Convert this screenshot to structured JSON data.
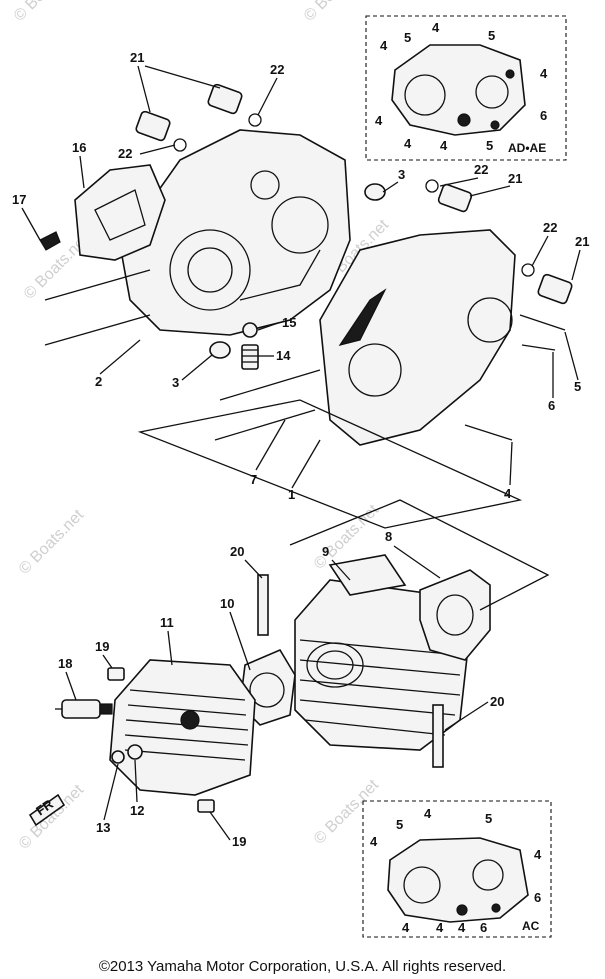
{
  "diagram": {
    "callouts": {
      "c1": "1",
      "c2": "2",
      "c3a": "3",
      "c3b": "3",
      "c4": "4",
      "c5": "5",
      "c6": "6",
      "c7": "7",
      "c8": "8",
      "c9": "9",
      "c10": "10",
      "c11": "11",
      "c12": "12",
      "c13": "13",
      "c14": "14",
      "c15": "15",
      "c16": "16",
      "c17": "17",
      "c18": "18",
      "c19a": "19",
      "c19b": "19",
      "c20a": "20",
      "c20b": "20",
      "c21a": "21",
      "c21b": "21",
      "c21c": "21",
      "c22a": "22",
      "c22b": "22",
      "c22c": "22",
      "c22d": "22"
    },
    "inset_top": {
      "label": "AD•AE",
      "callouts": [
        "4",
        "5",
        "4",
        "5",
        "4",
        "6",
        "4",
        "4",
        "5",
        "4"
      ]
    },
    "inset_bottom": {
      "label": "AC",
      "callouts": [
        "4",
        "5",
        "4",
        "5",
        "4",
        "6",
        "4",
        "4",
        "4",
        "6"
      ]
    },
    "fr_marker": "FR",
    "watermark": "© Boats.net"
  },
  "footer": {
    "copyright": "©2013 Yamaha Motor Corporation, U.S.A. All rights reserved."
  }
}
